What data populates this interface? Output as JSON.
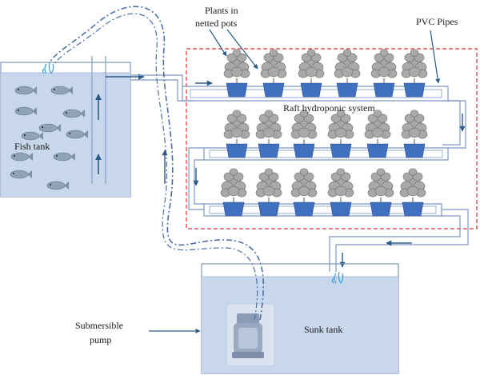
{
  "labels": {
    "plants_line1": "Plants in",
    "plants_line2": "netted pots",
    "pvc_pipes": "PVC Pipes",
    "raft_system": "Raft hydroponic system",
    "fish_tank": "Fish tank",
    "submersible_line1": "Submersible",
    "submersible_line2": "pump",
    "sunk_tank": "Sunk tank"
  },
  "counts": {
    "plant_rows": 3,
    "plants_per_row": 6,
    "fish": 11
  },
  "colors": {
    "water": "#c9d7ec",
    "water_stroke": "#8aa1c8",
    "pot": "#3f6fbf",
    "pipe": "#6f8fc0",
    "arrow": "#2a5b86",
    "raft_border": "#e03030",
    "pump_line": "#4a6fa8",
    "plant_leaf": "#8e8e8e"
  }
}
